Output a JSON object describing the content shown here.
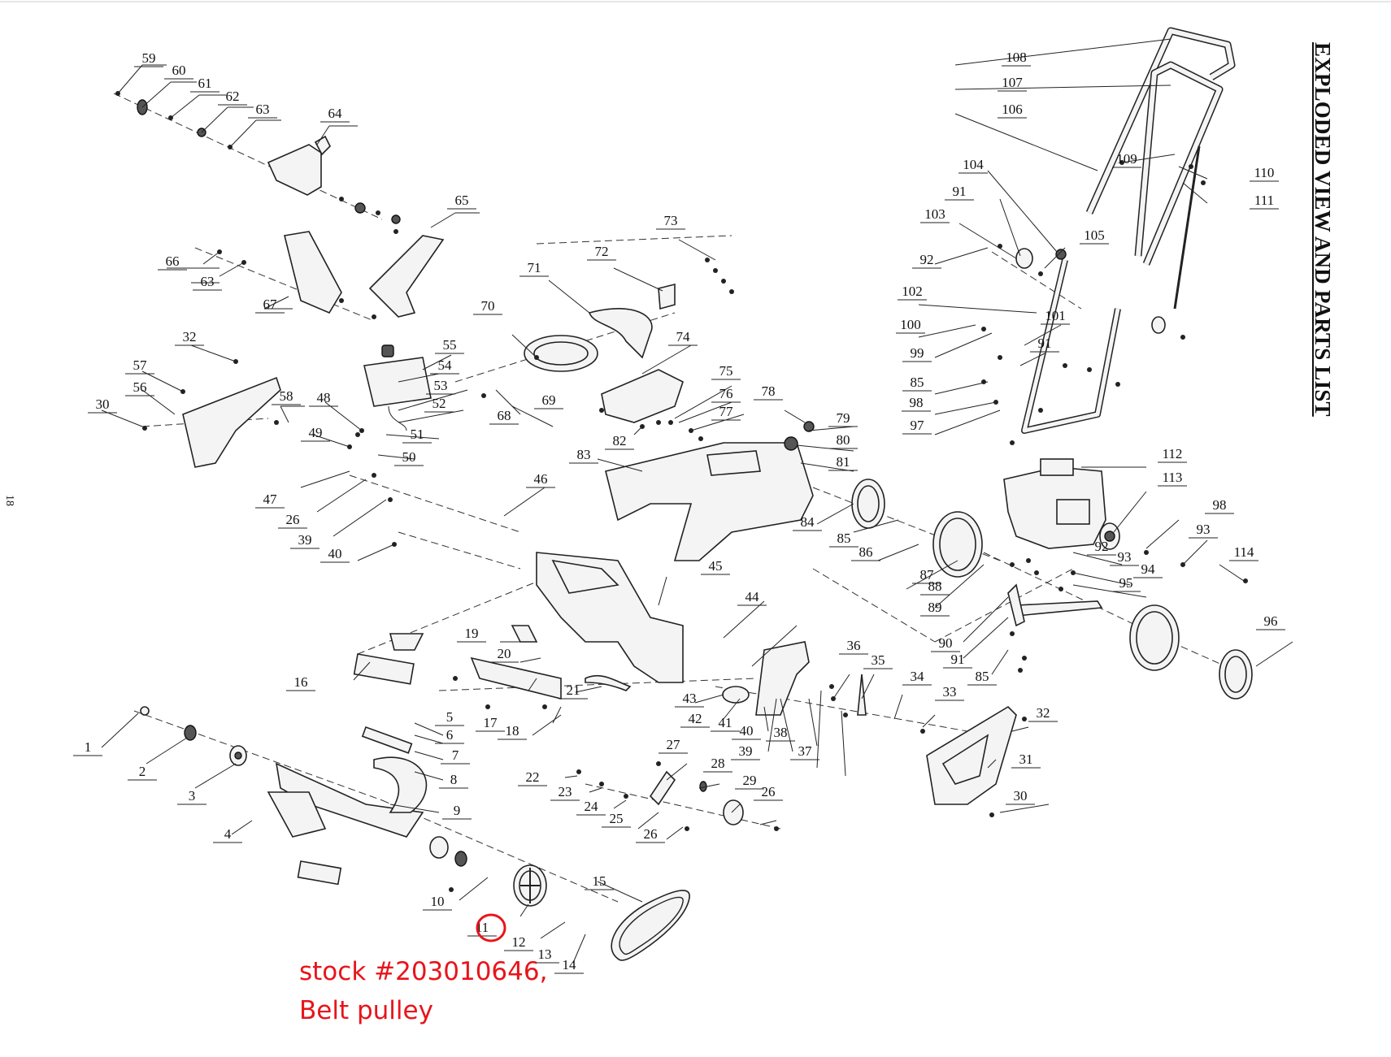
{
  "title": "EXPLODED VIEW AND PARTS LIST",
  "page_number": "18",
  "highlight": {
    "part": "11",
    "color": "#e8141b",
    "stock_line": "stock #203010646,",
    "description_line": "Belt pulley"
  },
  "part_numbers": [
    "1",
    "2",
    "3",
    "4",
    "5",
    "6",
    "7",
    "8",
    "9",
    "10",
    "11",
    "12",
    "13",
    "14",
    "15",
    "16",
    "17",
    "18",
    "19",
    "20",
    "21",
    "22",
    "23",
    "24",
    "25",
    "26",
    "27",
    "28",
    "29",
    "30",
    "31",
    "32",
    "33",
    "34",
    "35",
    "36",
    "37",
    "38",
    "39",
    "40",
    "41",
    "42",
    "43",
    "44",
    "45",
    "46",
    "47",
    "48",
    "49",
    "50",
    "51",
    "52",
    "53",
    "54",
    "55",
    "56",
    "57",
    "58",
    "59",
    "60",
    "61",
    "62",
    "63",
    "64",
    "65",
    "66",
    "67",
    "68",
    "69",
    "70",
    "71",
    "72",
    "73",
    "74",
    "75",
    "76",
    "77",
    "78",
    "79",
    "80",
    "81",
    "82",
    "83",
    "84",
    "85",
    "86",
    "87",
    "88",
    "89",
    "90",
    "91",
    "92",
    "93",
    "94",
    "95",
    "96",
    "97",
    "98",
    "99",
    "100",
    "101",
    "102",
    "103",
    "104",
    "105",
    "106",
    "107",
    "108",
    "109",
    "110",
    "111",
    "112",
    "113",
    "114"
  ]
}
